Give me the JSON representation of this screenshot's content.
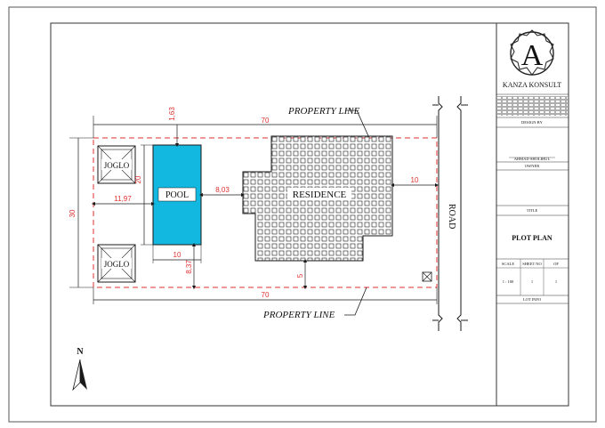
{
  "firm": {
    "name": "KANZA KONSULT",
    "monogram": "A"
  },
  "title_block": {
    "design_by_label": "DESIGN BY",
    "designer": "AHMAD SHOLIHUL",
    "owner_label": "OWNER",
    "title_label": "TITLE",
    "title": "PLOT PLAN",
    "scale_label": "SCALE",
    "sheet_no_label": "SHEET NO",
    "of_label": "OF",
    "scale_value": "1 : 100",
    "sheet_no_value": "1",
    "of_value": "1",
    "lot_info_label": "LOT INFO"
  },
  "plan": {
    "property_line_top": "PROPERTY LINE",
    "property_line_bottom": "PROPERTY LINE",
    "road": "ROAD",
    "north": "N",
    "joglo_top": "JOGLO",
    "joglo_bottom": "JOGLO",
    "pool": "POOL",
    "residence": "RESIDENCE"
  },
  "dimensions": {
    "top_width": "70",
    "bottom_width": "70",
    "depth": "30",
    "pool_setback_top": "1,63",
    "pool_setback_left": "11,97",
    "pool_length": "20",
    "pool_to_residence": "8,03",
    "pool_width": "10",
    "pool_setback_bottom": "8,37",
    "residence_setback_road": "10",
    "residence_setback_bottom": "5"
  },
  "colors": {
    "pool": "#12b8e0",
    "dimension": "#e03030",
    "line": "#1a1a1a"
  }
}
